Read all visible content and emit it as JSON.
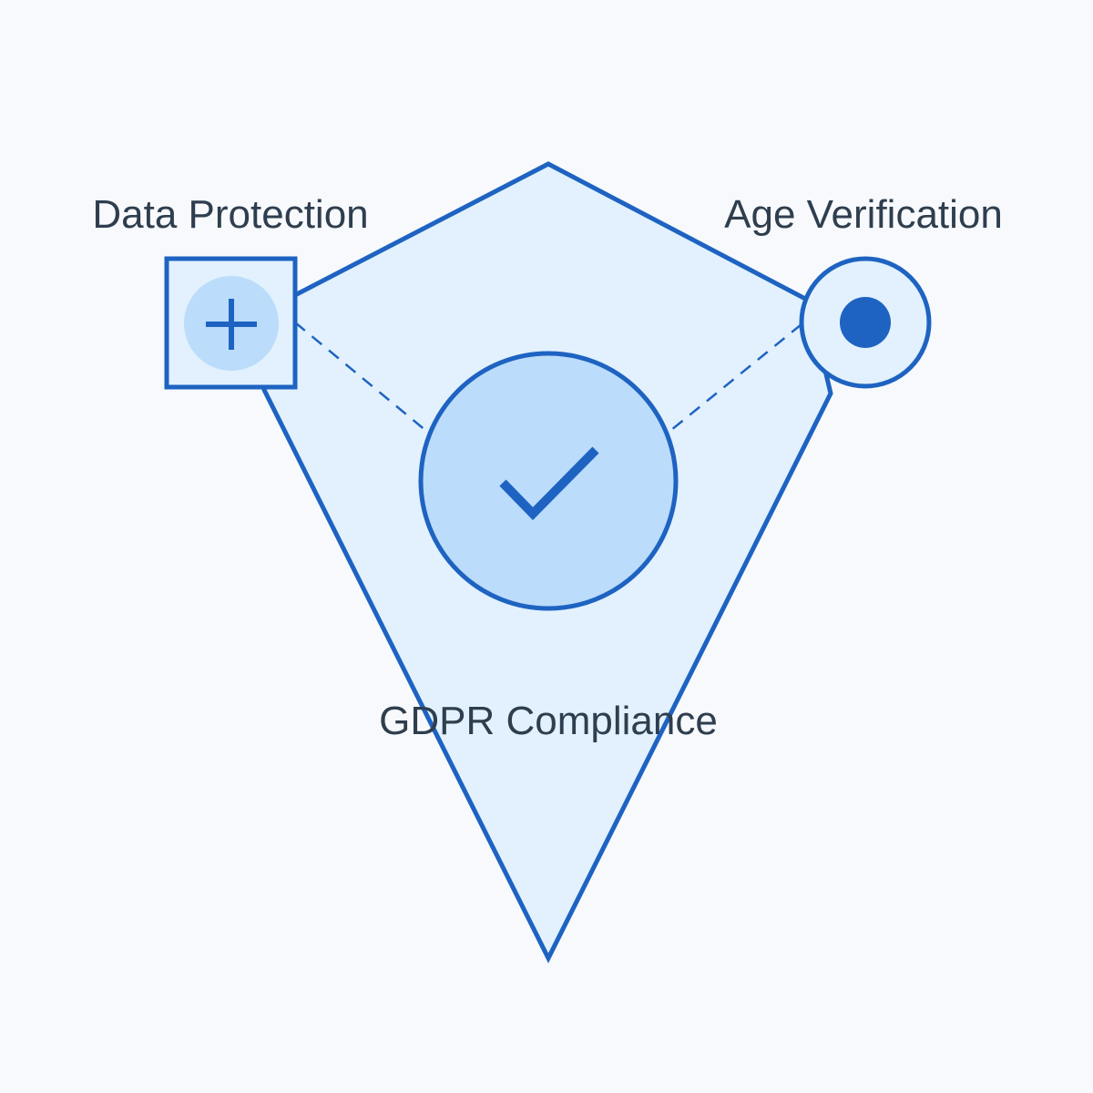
{
  "diagram": {
    "nodes": {
      "left": {
        "label": "Data Protection",
        "icon": "plus-icon"
      },
      "right": {
        "label": "Age Verification",
        "icon": "dot-icon"
      },
      "center": {
        "icon": "checkmark-icon"
      }
    },
    "caption": "GDPR Compliance"
  },
  "colors": {
    "background": "#f7f9fc",
    "stroke": "#1e63c2",
    "shield_fill": "#e2f1fd",
    "center_fill": "#bbdcfa",
    "text": "#2f3e4e"
  }
}
